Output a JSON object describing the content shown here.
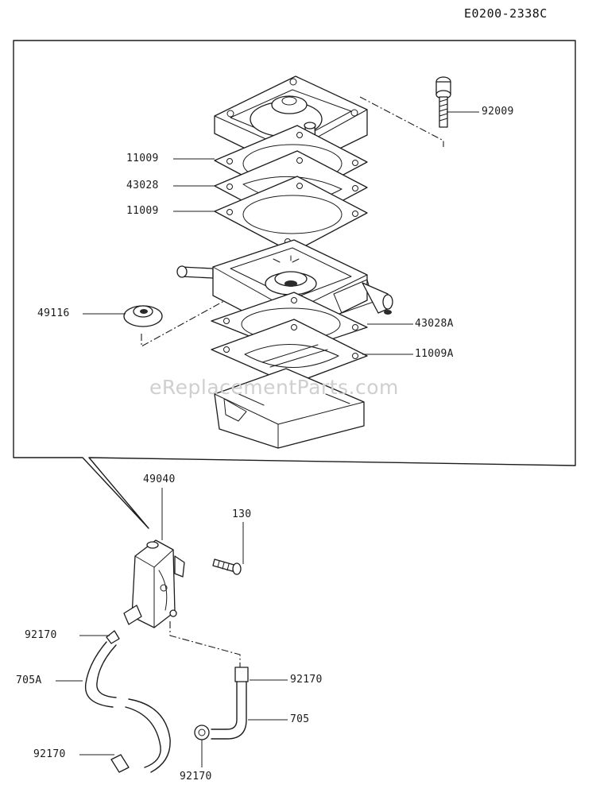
{
  "diagram_code": "E0200-2338C",
  "watermark": "eReplacementParts.com",
  "callouts": {
    "c92009": "92009",
    "c11009_top": "11009",
    "c43028": "43028",
    "c11009_mid": "11009",
    "c49116": "49116",
    "c43028A": "43028A",
    "c11009A": "11009A",
    "c49040": "49040",
    "c130": "130",
    "c92170_left": "92170",
    "c705A": "705A",
    "c92170_right": "92170",
    "c705": "705",
    "c92170_lowleft": "92170",
    "c92170_bottom": "92170"
  },
  "parts": [
    "pump-cover",
    "bolt",
    "gasket-upper",
    "diaphragm",
    "gasket-middle",
    "pump-body",
    "valve",
    "gasket-lower",
    "diaphragm-lower",
    "pump-base",
    "fuel-pump-assembly",
    "screw",
    "hose-705A",
    "hose-705",
    "hose-clamps"
  ]
}
